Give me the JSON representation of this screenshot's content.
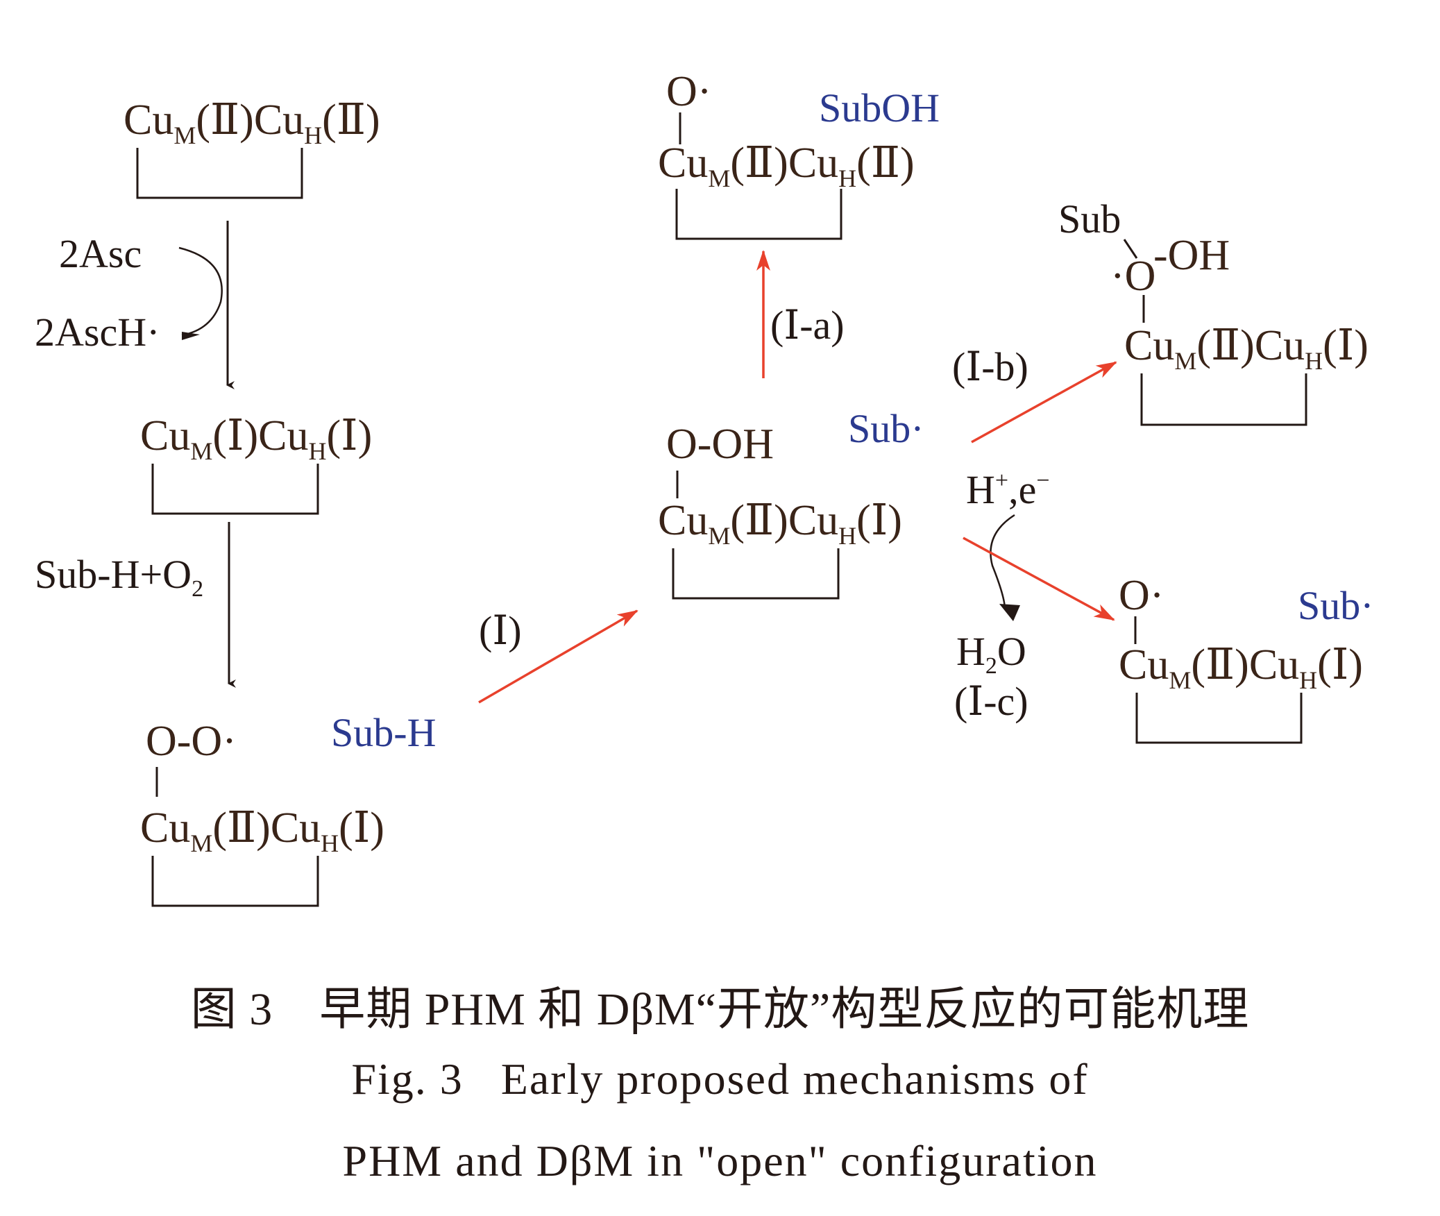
{
  "colors": {
    "ink": "#3a2418",
    "black": "#231815",
    "blue": "#2b3a8f",
    "red": "#e8412c"
  },
  "complexes": {
    "c1": {
      "left": "Cu",
      "left_sub": "M",
      "left_ox": "(Ⅱ)",
      "right": "Cu",
      "right_sub": "H",
      "right_ox": "(Ⅱ)"
    },
    "c2": {
      "left": "Cu",
      "left_sub": "M",
      "left_ox": "(Ⅰ)",
      "right": "Cu",
      "right_sub": "H",
      "right_ox": "(Ⅰ)"
    },
    "c3": {
      "top": "O-O·",
      "left": "Cu",
      "left_sub": "M",
      "left_ox": "(Ⅱ)",
      "right": "Cu",
      "right_sub": "H",
      "right_ox": "(Ⅰ)"
    },
    "c4": {
      "top": "O-OH",
      "left": "Cu",
      "left_sub": "M",
      "left_ox": "(Ⅱ)",
      "right": "Cu",
      "right_sub": "H",
      "right_ox": "(Ⅰ)"
    },
    "c5": {
      "top": "O·",
      "left": "Cu",
      "left_sub": "M",
      "left_ox": "(Ⅱ)",
      "right": "Cu",
      "right_sub": "H",
      "right_ox": "(Ⅱ)"
    },
    "c6": {
      "sub": "Sub",
      "o": "·O",
      "oh": "-OH",
      "left": "Cu",
      "left_sub": "M",
      "left_ox": "(Ⅱ)",
      "right": "Cu",
      "right_sub": "H",
      "right_ox": "(Ⅰ)"
    },
    "c7": {
      "top": "O·",
      "left": "Cu",
      "left_sub": "M",
      "left_ox": "(Ⅱ)",
      "right": "Cu",
      "right_sub": "H",
      "right_ox": "(Ⅰ)"
    }
  },
  "labels": {
    "asc": "2Asc",
    "asch": "2AscH·",
    "subh_o2": "Sub-H+O",
    "subh_o2_sub": "2",
    "subh": "Sub-H",
    "path_I": "(Ⅰ)",
    "path_Ia": "(Ⅰ-a)",
    "path_Ib": "(Ⅰ-b)",
    "path_Ic": "(Ⅰ-c)",
    "suboh": "SubOH",
    "sub_rad1": "Sub·",
    "sub_rad2": "Sub·",
    "h": "H",
    "h_sup": "+",
    "e": ",e",
    "e_sup": "−",
    "h2o_h": "H",
    "h2o_sub": "2",
    "h2o_o": "O"
  },
  "caption": {
    "zh": "图 3　早期 PHM 和 DβM“开放”构型反应的可能机理",
    "en_line1": "Fig. 3   Early proposed mechanisms of",
    "en_line2": "PHM and DβM in \"open\" configuration"
  }
}
